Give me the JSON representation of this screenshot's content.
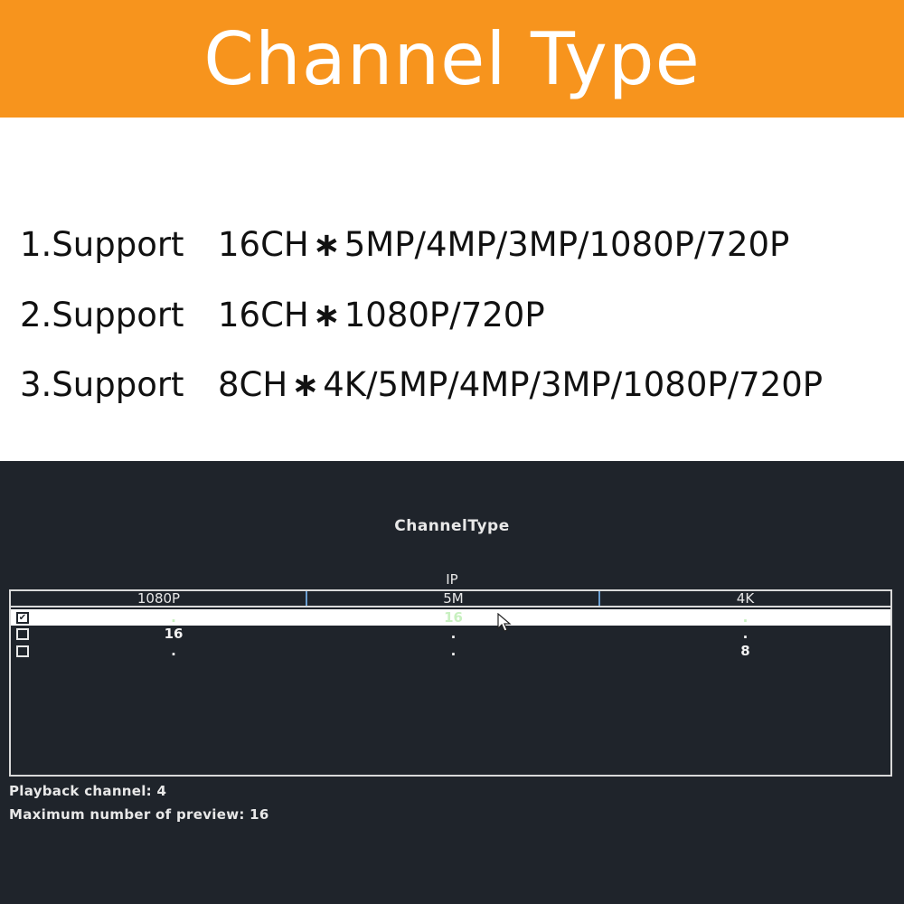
{
  "banner": {
    "title": "Channel Type",
    "color": "#f7941d"
  },
  "support": [
    {
      "label": "1.Support",
      "channels": "16CH",
      "separator": "∗",
      "resolutions": "5MP/4MP/3MP/1080P/720P"
    },
    {
      "label": "2.Support",
      "channels": "16CH",
      "separator": "∗",
      "resolutions": "1080P/720P"
    },
    {
      "label": "3.Support",
      "channels": "8CH",
      "separator": "∗",
      "resolutions": "4K/5MP/4MP/3MP/1080P/720P"
    }
  ],
  "dialog": {
    "title": "ChannelType",
    "group_label": "IP",
    "columns": [
      "1080P",
      "5M",
      "4K"
    ],
    "rows": [
      {
        "checked": true,
        "values": [
          ".",
          "16",
          "."
        ]
      },
      {
        "checked": false,
        "values": [
          "16",
          ".",
          "."
        ]
      },
      {
        "checked": false,
        "values": [
          ".",
          ".",
          "8"
        ]
      }
    ],
    "playback": "Playback channel: 4",
    "max_preview": "Maximum number of preview: 16"
  },
  "colors": {
    "screen_bg": "#1f242b",
    "selected_row": "#ffffff",
    "header_separator": "#6b9fd1"
  }
}
